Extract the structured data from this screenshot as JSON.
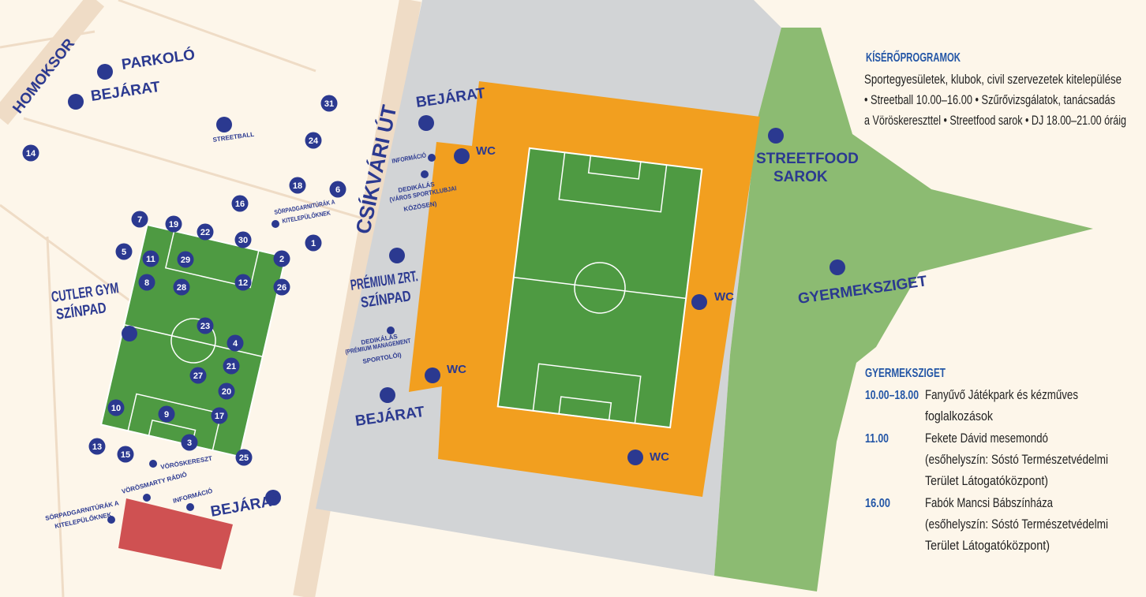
{
  "colors": {
    "background": "#fdf6ea",
    "road": "#efdcc6",
    "plaza": "#d2d4d6",
    "stadium": "#f29f1f",
    "pitch": "#4e9a42",
    "park": "#8cbb72",
    "marker": "#2b3990",
    "building": "#cf5152"
  },
  "streets": {
    "homoksor": "HOMOKSOR",
    "csikvari": "CSÍKVÁRI ÚT"
  },
  "labels": {
    "parkolo": "PARKOLÓ",
    "bejarat_top": "BEJÁRAT",
    "streetball": "STREETBALL",
    "sorpad_1a": "SÖRPADGARNITÚRÁK A",
    "sorpad_1b": "KITELEPÜLŐKNEK",
    "cutler_1": "CUTLER GYM",
    "cutler_2": "SZÍNPAD",
    "bejarat_stadium": "BEJÁRAT",
    "informacio_stadium": "INFORMÁCIÓ",
    "dedik_1a": "DEDIKÁLÁS",
    "dedik_1b": "(VÁROS SPORTKLUBJAI",
    "dedik_1c": "KÖZÖSEN)",
    "premium_1": "PRÉMIUM ZRT.",
    "premium_2": "SZÍNPAD",
    "dedik_2a": "DEDIKÁLÁS",
    "dedik_2b": "(PRÉMIUM MANAGEMENT",
    "dedik_2c": "SPORTOLÓI)",
    "bejarat_bottom": "BEJÁRAT",
    "wc": "WC",
    "streetfood_1": "STREETFOOD",
    "streetfood_2": "SAROK",
    "gyermeksziget": "GYERMEKSZIGET",
    "voroskereszt": "VÖRÖSKERESZT",
    "vorosmarty": "VÖRÖSMARTY RÁDIÓ",
    "informacio_left": "INFORMÁCIÓ",
    "sorpad_2a": "SÖRPADGARNITÚRÁK A",
    "sorpad_2b": "KITELEPÜLŐKNEK",
    "bejarat_left": "BEJÁRAT"
  },
  "markers": [
    "7",
    "19",
    "22",
    "30",
    "2",
    "26",
    "16",
    "18",
    "6",
    "1",
    "24",
    "31",
    "14",
    "5",
    "11",
    "29",
    "8",
    "28",
    "12",
    "23",
    "4",
    "21",
    "27",
    "20",
    "10",
    "9",
    "17",
    "3",
    "13",
    "15",
    "25"
  ],
  "programs": {
    "title": "KÍSÉRŐPROGRAMOK",
    "lines": [
      "Sportegyesületek, klubok, civil szervezetek kitelepülése",
      "• Streetball 10.00–16.00 • Szűrővizsgálatok, tanácsadás",
      "a Vöröskereszttel • Streetfood sarok • DJ 18.00–21.00 óráig"
    ]
  },
  "kids": {
    "title": "GYERMEKSZIGET",
    "items": [
      {
        "time": "10.00–18.00",
        "lines": [
          "Fanyűvő Játékpark és kézműves",
          "foglalkozások"
        ]
      },
      {
        "time": "11.00",
        "lines": [
          "Fekete Dávid mesemondó",
          "(esőhelyszín: Sóstó Természetvédelmi",
          "Terület Látogatóközpont)"
        ]
      },
      {
        "time": "16.00",
        "lines": [
          "Fabók Mancsi Bábszínháza",
          "(esőhelyszín: Sóstó Természetvédelmi",
          " Terület Látogatóközpont)"
        ]
      }
    ]
  }
}
